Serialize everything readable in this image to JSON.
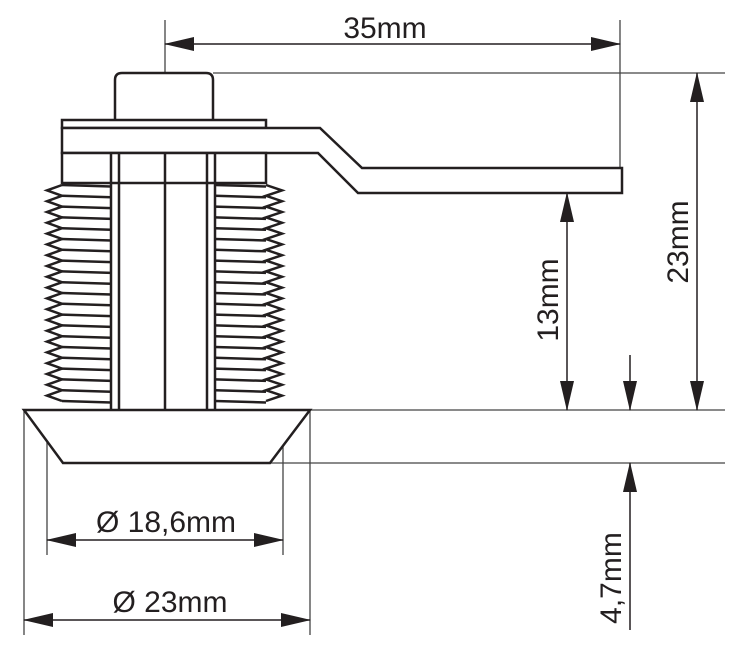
{
  "title": "Cam lock dimension drawing",
  "dimensions": {
    "lever_length": "35mm",
    "total_height": "23mm",
    "lever_height": "13mm",
    "flange_thickness": "4,7mm",
    "thread_diameter": "Ø 18,6mm",
    "flange_diameter": "Ø 23mm"
  },
  "colors": {
    "stroke": "#231f20",
    "thin": "#444444"
  }
}
